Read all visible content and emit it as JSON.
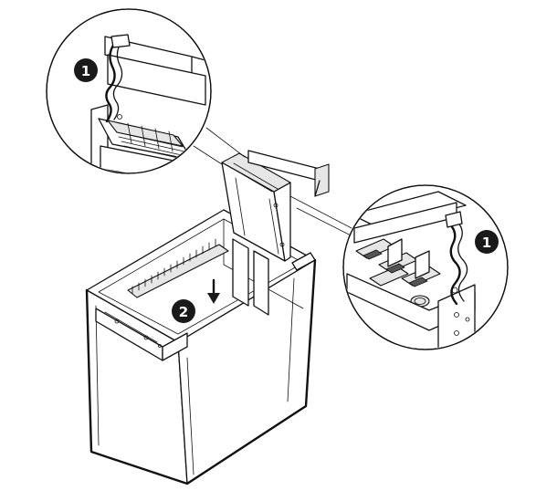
{
  "callouts": {
    "upper_left": "1",
    "right": "1",
    "center": "2"
  },
  "icons": {
    "arrow": "down-arrow-icon"
  },
  "colors": {
    "line": "#111111",
    "badge": "#1a1a1a",
    "badge_text": "#ffffff"
  }
}
